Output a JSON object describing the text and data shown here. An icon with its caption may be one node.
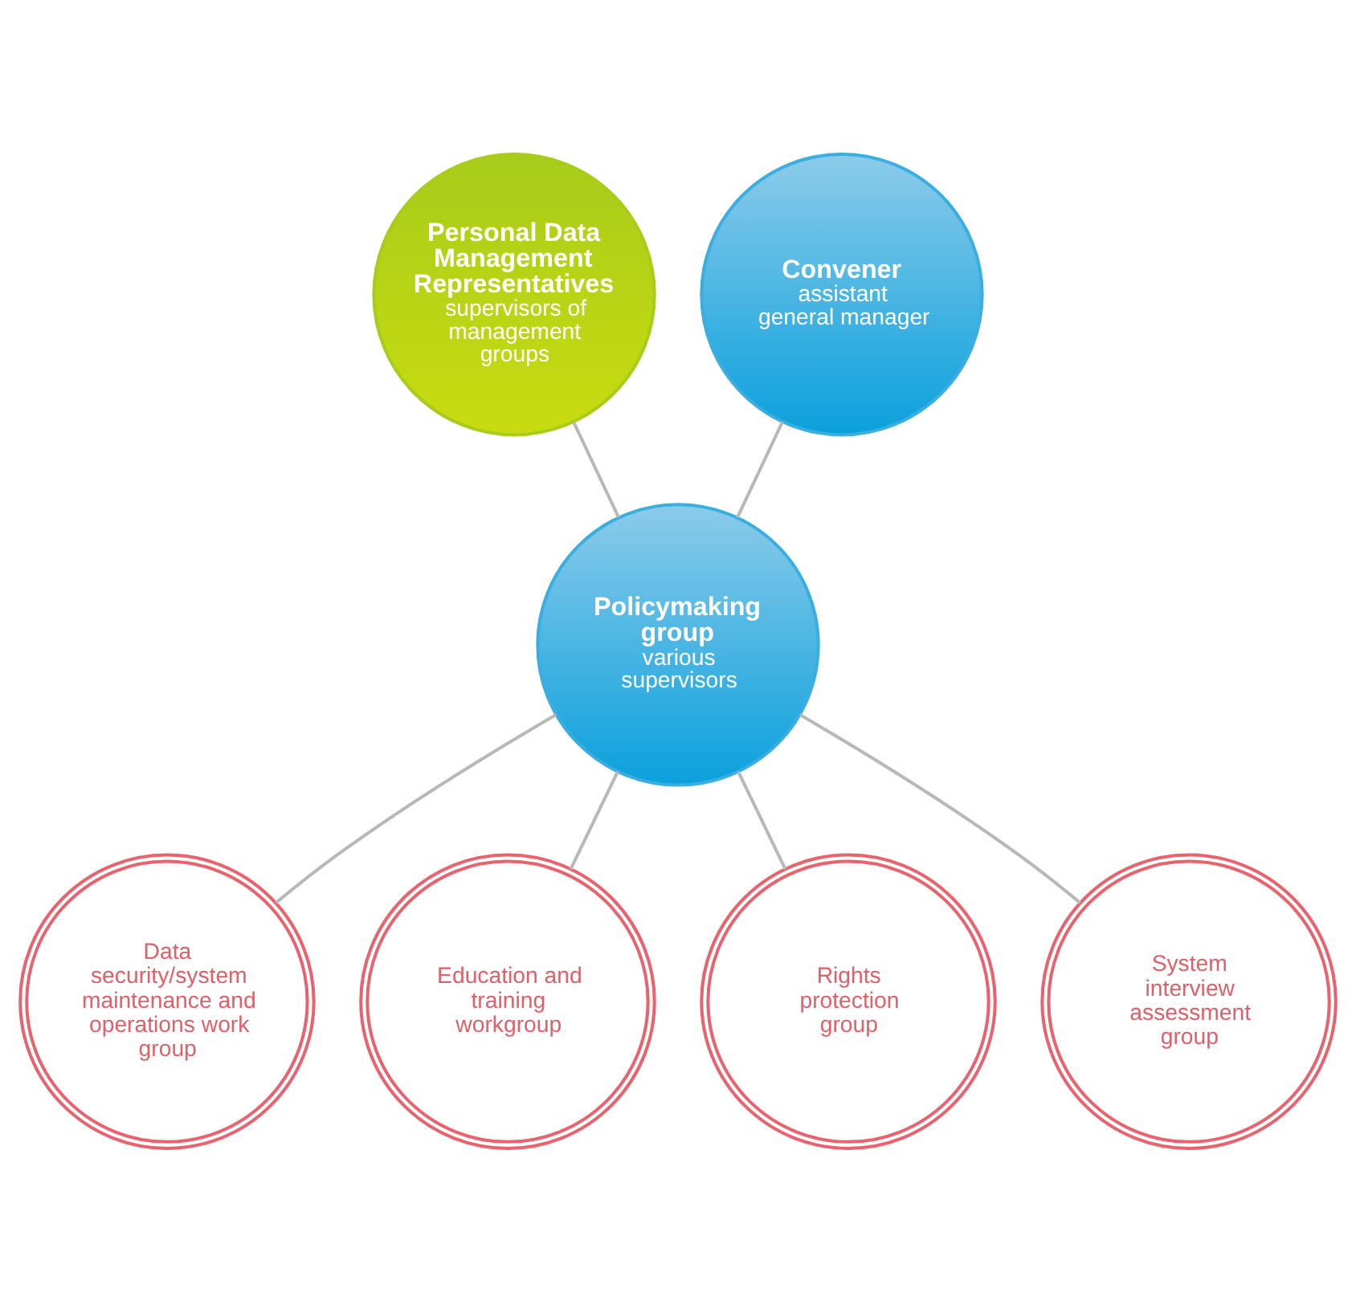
{
  "diagram": {
    "nodes": [
      {
        "text": [
          "Personal Data Management Representatives",
          "supervisors of management groups"
        ]
      },
      {
        "text": [
          "Convener",
          "assistant general manager"
        ]
      },
      {
        "text": [
          "Policymaking group",
          "various supervisors"
        ]
      },
      {
        "text": [
          "Data security/system maintenance and operations work group"
        ]
      },
      {
        "text": [
          "Education and training workgroup"
        ]
      },
      {
        "text": [
          "Rights protection group"
        ]
      },
      {
        "text": [
          "System interview assessment group"
        ]
      }
    ],
    "edges": [
      {
        "from": 0,
        "to": 2,
        "arrow": "none"
      },
      {
        "from": 1,
        "to": 2,
        "arrow": "none"
      },
      {
        "from": 2,
        "to": 3,
        "arrow": "none"
      },
      {
        "from": 2,
        "to": 4,
        "arrow": "none"
      },
      {
        "from": 2,
        "to": 5,
        "arrow": "none"
      },
      {
        "from": 2,
        "to": 6,
        "arrow": "none"
      }
    ]
  }
}
